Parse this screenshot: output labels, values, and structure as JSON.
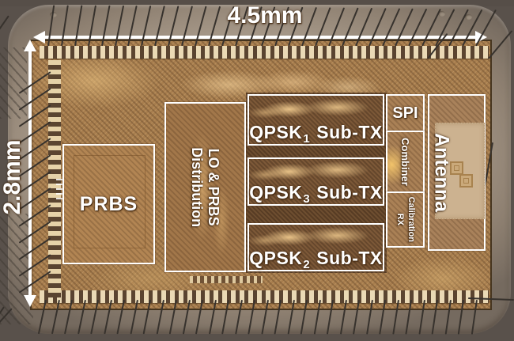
{
  "figure_type": "chip die micrograph",
  "dimensions": {
    "width": "4.5mm",
    "height": "2.8mm"
  },
  "blocks": {
    "prbs": {
      "label": "PRBS"
    },
    "lo_distribution": {
      "line1": "LO & PRBS",
      "line2": "Distribution"
    },
    "qpsk_rows": [
      {
        "prefix": "QPSK",
        "sub": "1",
        "suffix": "Sub-TX"
      },
      {
        "prefix": "QPSK",
        "sub": "3",
        "suffix": "Sub-TX"
      },
      {
        "prefix": "QPSK",
        "sub": "2",
        "suffix": "Sub-TX"
      }
    ],
    "spi": {
      "label": "SPI"
    },
    "combiner": {
      "label": "Combiner"
    },
    "calibration_rx": {
      "line1": "Calibration",
      "line2": "RX"
    },
    "antenna": {
      "label": "Antenna"
    }
  },
  "colors": {
    "annotation_white": "#ffffff",
    "die_gold": "#a87e4e",
    "die_dark_rows": "#6e4e30",
    "package_gray": "#a99b8b",
    "antenna_patch": "#ccb290",
    "bond_wire": "#37322d"
  }
}
